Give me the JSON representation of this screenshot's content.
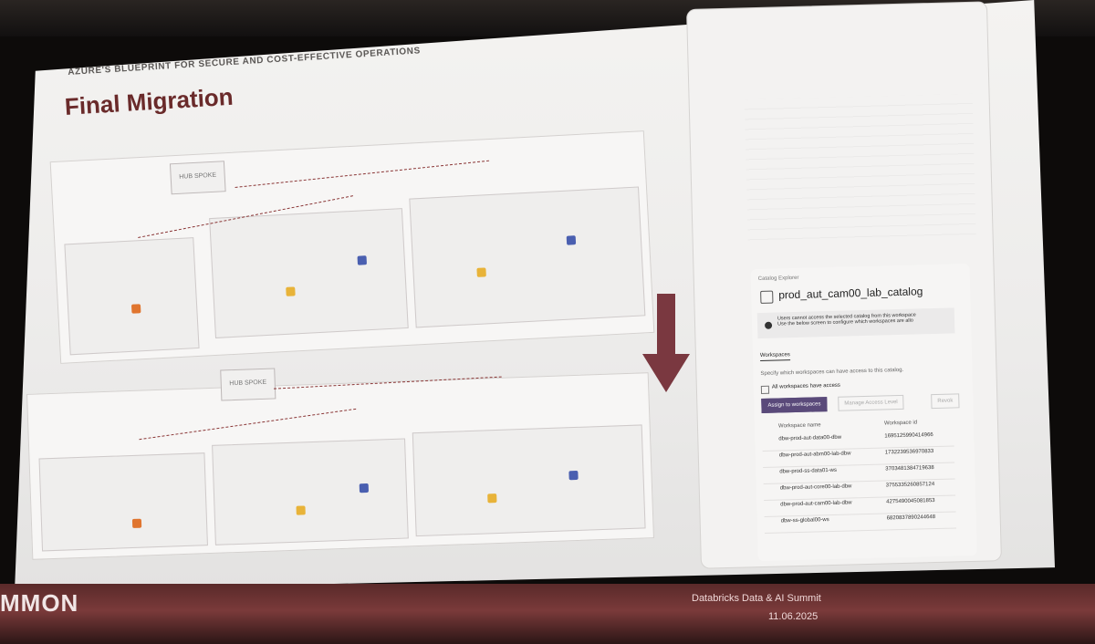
{
  "slide": {
    "kicker": "AZURE'S BLUEPRINT FOR SECURE AND COST-EFFECTIVE OPERATIONS",
    "title": "Final Migration"
  },
  "footer": {
    "brand": "MMON",
    "event": "Databricks Data & AI Summit",
    "date": "11.06.2025"
  },
  "catalog": {
    "label": "Catalog Explorer",
    "name": "prod_aut_cam00_lab_catalog",
    "warning_line1": "Users cannot access the selected catalog from this workspace",
    "warning_line2": "Use the below screen to configure which workspaces are allo",
    "tab": "Workspaces",
    "hint": "Specify which workspaces can have access to this catalog.",
    "checkbox_label": "All workspaces have access",
    "assign_button": "Assign to workspaces",
    "manage_button": "Manage Access Level",
    "revoke_button": "Revok",
    "col_name": "Workspace name",
    "col_id": "Workspace id",
    "rows": [
      {
        "name": "dbw-prod-aut-data00-dbw",
        "id": "1695125990414966"
      },
      {
        "name": "dbw-prod-aut-abm00-lab-dbw",
        "id": "1732239536970833"
      },
      {
        "name": "dbw-prod-ss-data01-ws",
        "id": "3703481384719638"
      },
      {
        "name": "dbw-prod-aut-core00-lab-dbw",
        "id": "3755335260857124"
      },
      {
        "name": "dbw-prod-aut-cam00-lab-dbw",
        "id": "4275490045081853"
      },
      {
        "name": "dbw-ss-global00-ws",
        "id": "6820837890244648"
      }
    ]
  },
  "diagram": {
    "hub_label_top": "HUB SPOKE",
    "hub_label_bottom": "HUB SPOKE"
  },
  "colors": {
    "accent": "#6a2a2a",
    "arrow": "#7a3840",
    "primary_button": "#5a4a7a"
  }
}
